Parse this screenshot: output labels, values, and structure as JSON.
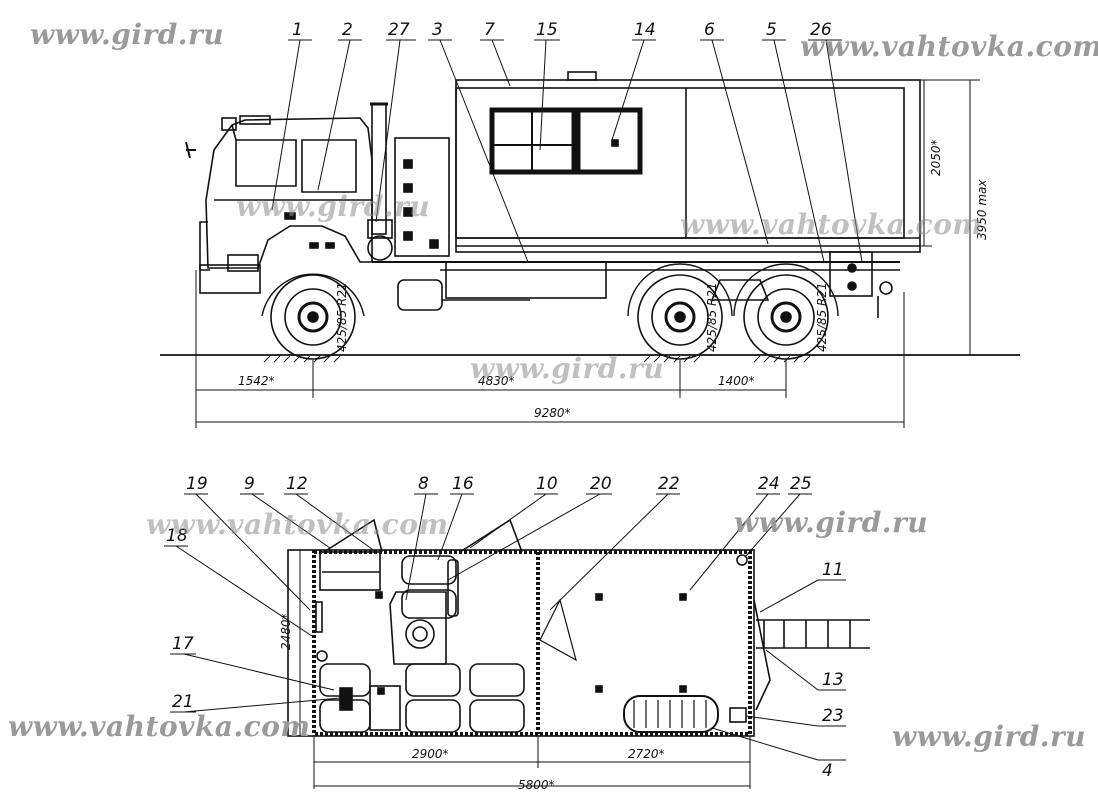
{
  "watermarks": {
    "top_left": "www.gird.ru",
    "top_right": "www.vahtovka.com",
    "truck_cab": "www.gird.ru",
    "truck_body": "www.vahtovka.com",
    "center": "www.gird.ru",
    "plan_left_top": "www.vahtovka.com",
    "plan_right_top": "www.gird.ru",
    "bottom_left": "www.vahtovka.com",
    "bottom_right": "www.gird.ru"
  },
  "side_view": {
    "callouts": [
      "1",
      "2",
      "27",
      "3",
      "7",
      "15",
      "14",
      "6",
      "5",
      "26"
    ],
    "dimensions": {
      "front_overhang": "1542*",
      "wheelbase": "4830*",
      "rear_axle_spacing": "1400*",
      "overall_length": "9280*",
      "body_height": "2050*",
      "max_height": "3950 max"
    },
    "tire_label": "425/85 R21"
  },
  "plan_view": {
    "callouts_top": [
      "19",
      "9",
      "12",
      "8",
      "16",
      "10",
      "20",
      "22",
      "24",
      "25"
    ],
    "callouts_left": [
      "18",
      "17",
      "21"
    ],
    "callouts_right": [
      "11",
      "13",
      "23",
      "4"
    ],
    "dimensions": {
      "width": "2480*",
      "front_compartment": "2900*",
      "rear_compartment": "2720*",
      "total_length": "5800*"
    }
  }
}
